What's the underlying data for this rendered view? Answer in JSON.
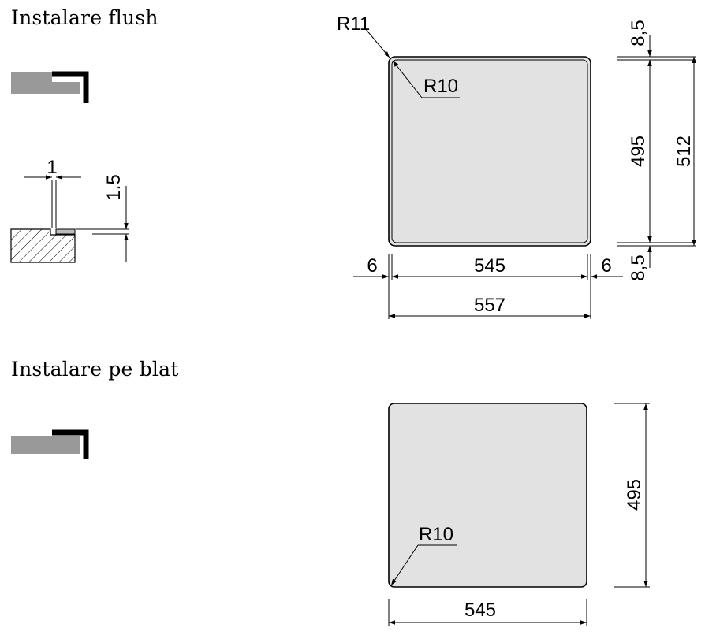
{
  "sections": {
    "flush_title": "Instalare flush",
    "top_title": "Instalare pe blat"
  },
  "flush": {
    "radius_outer": "R11",
    "radius_inner": "R10",
    "gap_width": "1",
    "gap_depth": "1.5",
    "dim_top_margin": "8,5",
    "dim_bottom_margin": "8,5",
    "dim_inner_height": "495",
    "dim_outer_height": "512",
    "dim_left_margin": "6",
    "dim_right_margin": "6",
    "dim_inner_width": "545",
    "dim_outer_width": "557"
  },
  "top": {
    "radius": "R10",
    "dim_height": "495",
    "dim_width": "545"
  },
  "colors": {
    "panel_fill": "#e2e2e2",
    "edge_gray": "#999999",
    "line": "#000000"
  }
}
